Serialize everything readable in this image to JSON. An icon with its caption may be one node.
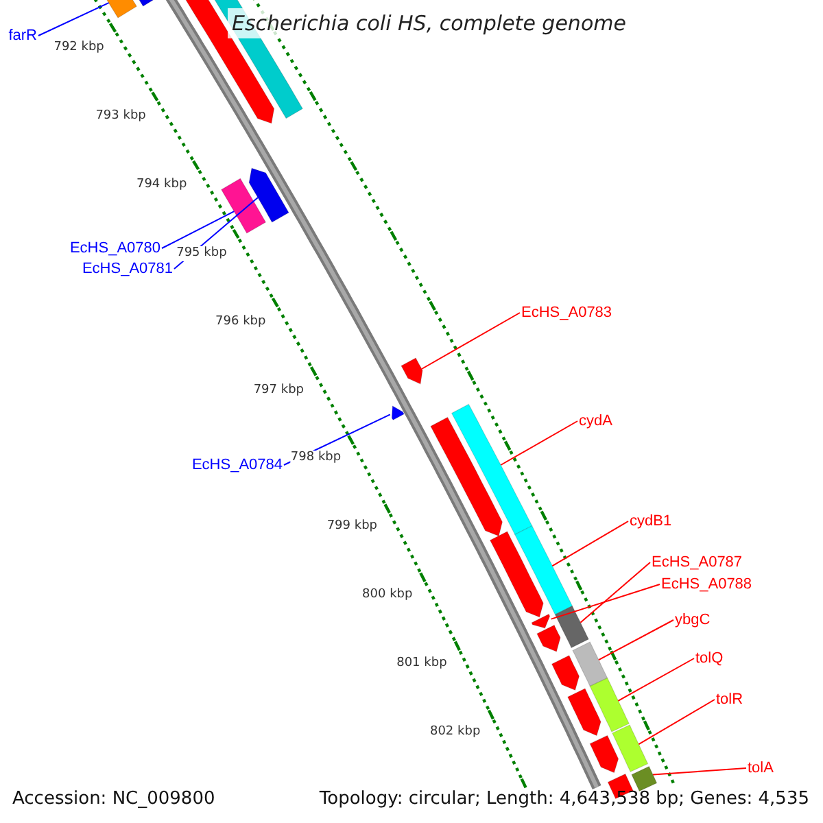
{
  "diagram": {
    "title": "Escherichia coli HS, complete genome",
    "nodes": [
      {
        "text": [
          "farR"
        ]
      },
      {
        "text": [
          "EcHS_A0780"
        ]
      },
      {
        "text": [
          "EcHS_A0781"
        ]
      },
      {
        "text": [
          "EcHS_A0783"
        ]
      },
      {
        "text": [
          "EcHS_A0784"
        ]
      },
      {
        "text": [
          "cydA"
        ]
      },
      {
        "text": [
          "cydB1"
        ]
      },
      {
        "text": [
          "EcHS_A0787"
        ]
      },
      {
        "text": [
          "EcHS_A0788"
        ]
      },
      {
        "text": [
          "ybgC"
        ]
      },
      {
        "text": [
          "tolQ"
        ]
      },
      {
        "text": [
          "tolR"
        ]
      },
      {
        "text": [
          "tolA"
        ]
      },
      {
        "text": [],
        "shape": "bar"
      },
      {
        "text": [],
        "shape": "bar"
      },
      {
        "text": [],
        "shape": "bar"
      },
      {
        "text": [],
        "shape": "bar"
      },
      {
        "text": [],
        "shape": "bar"
      },
      {
        "text": [],
        "shape": "bar"
      },
      {
        "text": [],
        "shape": "bar"
      },
      {
        "text": [],
        "shape": "bar"
      },
      {
        "text": [],
        "shape": "bar"
      },
      {
        "text": [],
        "shape": "bar"
      },
      {
        "text": [],
        "shape": "bar"
      },
      {
        "text": [],
        "shape": "bar"
      },
      {
        "text": [],
        "shape": "bar"
      },
      {
        "text": [],
        "shape": "bar"
      },
      {
        "text": [],
        "shape": "bar"
      },
      {
        "text": [],
        "shape": "bar"
      },
      {
        "text": [],
        "shape": "bar"
      },
      {
        "text": [],
        "shape": "bar"
      },
      {
        "text": [],
        "shape": "bar"
      },
      {
        "text": [],
        "shape": "bar"
      },
      {
        "text": [],
        "shape": "bar"
      },
      {
        "text": [],
        "shape": "bar"
      },
      {
        "text": [],
        "shape": "bar"
      }
    ],
    "edges": [
      {
        "from": 0,
        "to": 13,
        "arrow": "none",
        "color": "#0000ff"
      },
      {
        "from": 1,
        "to": 17,
        "arrow": "none",
        "color": "#0000ff"
      },
      {
        "from": 2,
        "to": 18,
        "arrow": "none",
        "color": "#0000ff"
      },
      {
        "from": 3,
        "to": 19,
        "arrow": "none"
      },
      {
        "from": 4,
        "to": 20,
        "arrow": "none",
        "color": "#0000ff"
      },
      {
        "from": 5,
        "to": 21,
        "arrow": "none"
      },
      {
        "from": 6,
        "to": 23,
        "arrow": "none"
      },
      {
        "from": 7,
        "to": 25,
        "arrow": "none"
      },
      {
        "from": 8,
        "to": 26,
        "arrow": "none"
      },
      {
        "from": 9,
        "to": 28,
        "arrow": "none"
      },
      {
        "from": 10,
        "to": 30,
        "arrow": "none"
      },
      {
        "from": 11,
        "to": 32,
        "arrow": "none"
      },
      {
        "from": 12,
        "to": 34,
        "arrow": "none"
      }
    ],
    "labels": [
      "792 kbp",
      "793 kbp",
      "794 kbp",
      "795 kbp",
      "796 kbp",
      "797 kbp",
      "798 kbp",
      "799 kbp",
      "800 kbp",
      "801 kbp",
      "802 kbp",
      "Accession: NC_009800",
      "Topology: circular; Length: 4,643,538 bp; Genes: 4,535"
    ]
  }
}
